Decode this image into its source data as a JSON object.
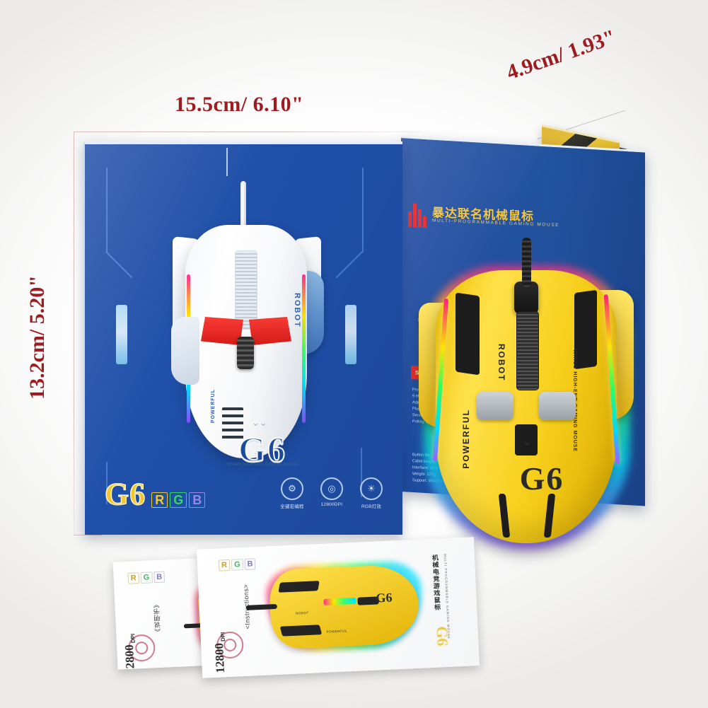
{
  "dimensions": {
    "width_label": "15.5cm/ 6.10\"",
    "height_label": "13.2cm/ 5.20\"",
    "depth_label": "4.9cm/ 1.93\""
  },
  "front_box": {
    "product_name": "G6",
    "rgb_letters": [
      "R",
      "G",
      "B"
    ],
    "rgb_colors": [
      "#f2c733",
      "#3bd85f",
      "#7f6bd6"
    ],
    "box_color": "#1f4fa8",
    "features": [
      {
        "icon": "gear-icon",
        "glyph": "⚙",
        "label": "全键宏编程"
      },
      {
        "icon": "target-icon",
        "glyph": "◎",
        "label": "12800DPI"
      },
      {
        "icon": "bulb-icon",
        "glyph": "Ὂ1",
        "label": "RGB灯效"
      }
    ],
    "mouse": {
      "color_name": "white",
      "top_label": "ROBOT",
      "side_label": "POWERFUL",
      "model_text": "G6",
      "sub_text": "WIRED HIGH-END GAMING MOUSE",
      "chevron": "»"
    }
  },
  "inner_panel": {
    "title_cn": "暴达联名机械鼠标",
    "title_en": "MULTI-PROGRAMMABLE GAMING MOUSE",
    "tagline": "Specially designed for gamers",
    "spec_banner": "SPECIFICATIONS",
    "spec_block_a": "Programmable keys\n9 effect RGB modes\nAdjustable DPI levels\nPlug-and-play USB\nSensor: 12800 DPI\nPolling speed 1000Hz",
    "spec_block_b": "Button life: 20 million\nCable length: 1.7m\nInterface: USB 2.0\nWeight: 120g\nSupport: Windows / Mac"
  },
  "hero_mouse": {
    "color_name": "yellow",
    "top_label": "ROBOT",
    "side_label": "POWERFUL",
    "vertical_text": "WIRED HIGH-END GAMING MOUSE",
    "model_text": "G6",
    "chevron": "«"
  },
  "cards": [
    {
      "rgb_letters": [
        "R",
        "G",
        "B"
      ],
      "instructions_label": "《说明书》",
      "dpi_value": "12800",
      "dpi_unit": "DPI"
    },
    {
      "rgb_letters": [
        "R",
        "G",
        "B"
      ],
      "instructions_label": "<Instructions>",
      "dpi_value": "12800",
      "dpi_unit": "DPI",
      "mouse_model": "G6",
      "mouse_robot": "ROBOT",
      "mouse_powerful": "POWERFUL",
      "right_title_cn": "机械电竞游戏鼠标",
      "right_title_en": "MULTI PROGRAMMABLE GAMING MOUSE",
      "right_g6": "G6"
    }
  ]
}
